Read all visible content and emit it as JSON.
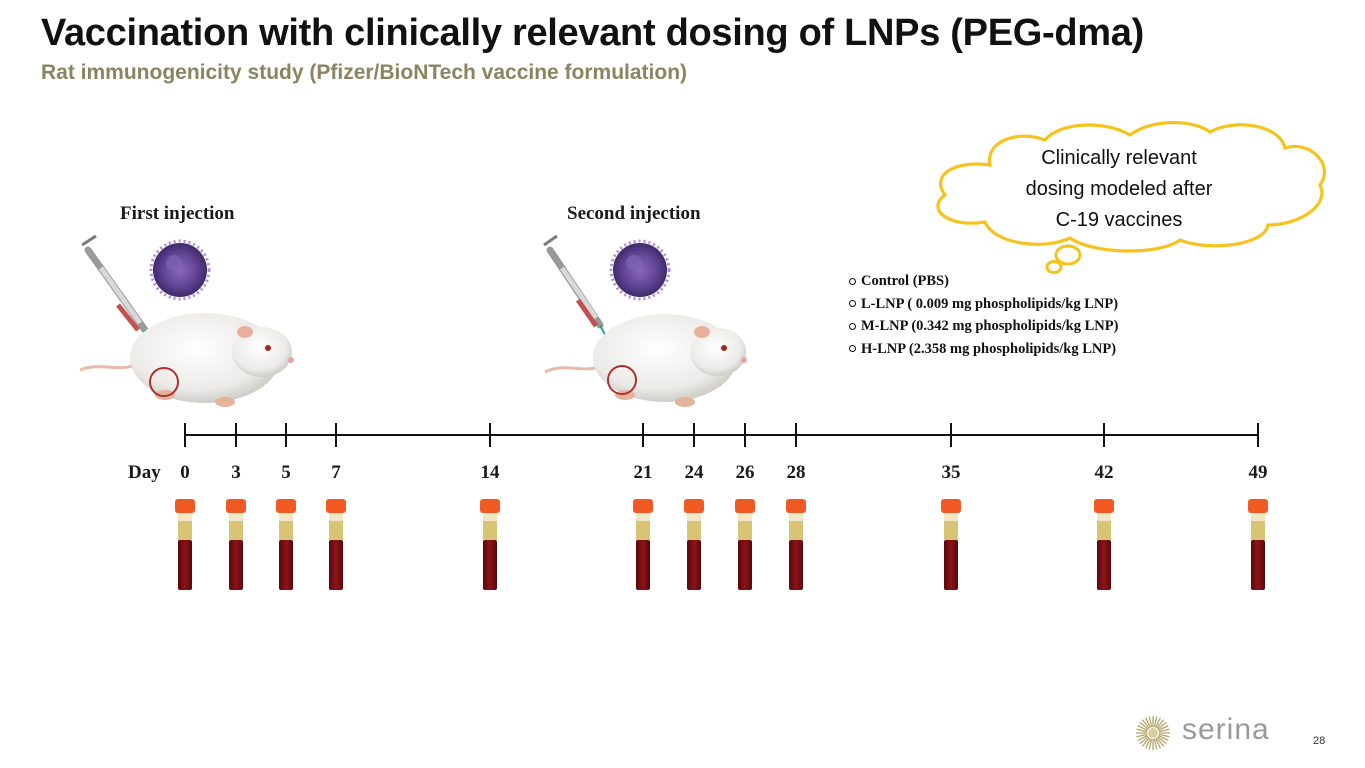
{
  "header": {
    "title": "Vaccination with clinically relevant dosing of LNPs (PEG-dma)",
    "subtitle": "Rat immunogenicity study (Pfizer/BioNTech vaccine formulation)"
  },
  "injections": {
    "first": "First injection",
    "second": "Second injection"
  },
  "callout": {
    "lines": [
      "Clinically relevant",
      "dosing modeled after",
      "C-19 vaccines"
    ]
  },
  "legend": {
    "items": [
      "Control (PBS)",
      "L-LNP ( 0.009 mg phospholipids/kg LNP)",
      "M-LNP (0.342 mg phospholipids/kg LNP)",
      "H-LNP (2.358 mg phospholipids/kg LNP)"
    ]
  },
  "timeline": {
    "prefix": "Day",
    "days": [
      0,
      3,
      5,
      7,
      14,
      21,
      24,
      26,
      28,
      35,
      42,
      49
    ],
    "blood_draw_days": [
      0,
      3,
      5,
      7,
      14,
      21,
      24,
      26,
      28,
      35,
      42,
      49
    ]
  },
  "footer": {
    "logo": "serina",
    "page": "28"
  },
  "colors": {
    "title": "#111111",
    "subtitle": "#8a8560",
    "callout_border": "#f5c31c",
    "tube_cap": "#f05a22",
    "tube_blood": "#7b0f14",
    "virus": "#6a4a9c"
  },
  "icons": [
    "syringe-icon",
    "virus-icon",
    "rat-icon",
    "blood-tube-icon",
    "thought-cloud-icon",
    "serina-logo-icon"
  ]
}
